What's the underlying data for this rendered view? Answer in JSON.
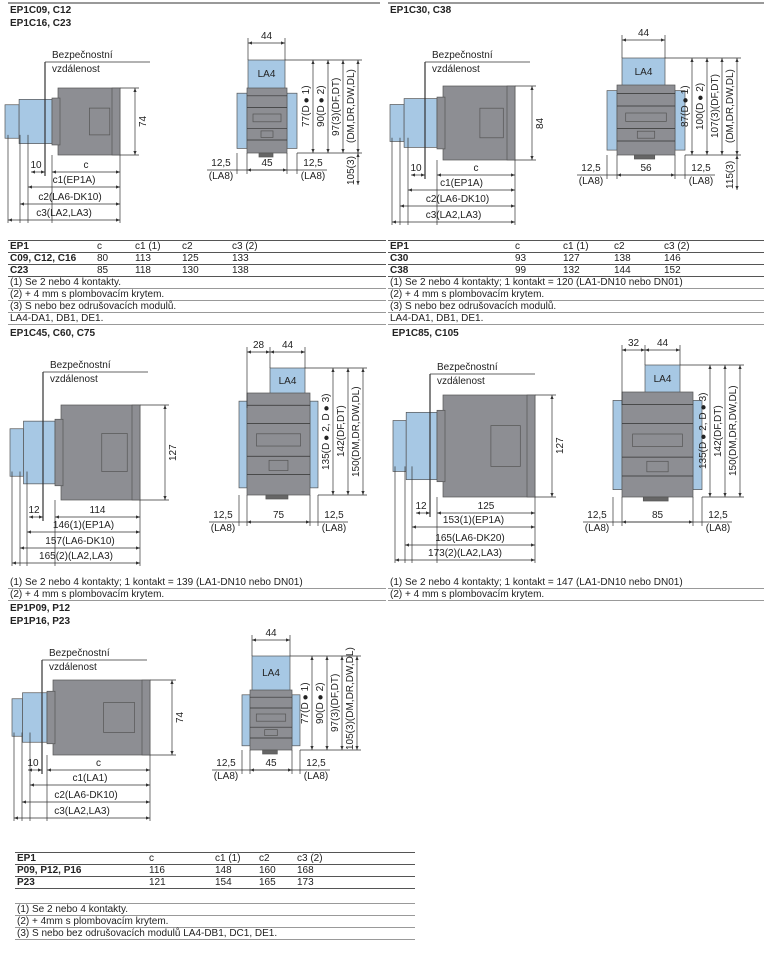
{
  "sections": [
    {
      "title": [
        "EP1C09, C12",
        "EP1C16, C23"
      ],
      "side": {
        "safety": [
          "Bezpečnostní",
          "vzdálenost"
        ],
        "height": "74",
        "offset": "10",
        "c": "c",
        "c1": "c1(EP1A)",
        "c2": "c2(LA6-DK10)",
        "c3": "c3(LA2,LA3)"
      },
      "front": {
        "top": [
          "44"
        ],
        "module": "LA4",
        "verticals": [
          "77(D●1)",
          "90(D●2)",
          "97(3)(DF,DT)",
          "(DM,DR,DW,DL)"
        ],
        "extra": "105(3)",
        "left": [
          "12,5",
          "(LA8)"
        ],
        "width": "45",
        "right": [
          "12,5",
          "(LA8)"
        ]
      },
      "table": {
        "headers": [
          "EP1",
          "c",
          "c1 (1)",
          "c2",
          "c3 (2)"
        ],
        "rows": [
          [
            "C09, C12, C16",
            "80",
            "113",
            "125",
            "133"
          ],
          [
            "C23",
            "85",
            "118",
            "130",
            "138"
          ]
        ]
      },
      "notes": [
        "(1)  Se  2 nebo 4 kontakty.",
        "(2)  + 4 mm s plombovacím krytem.",
        "(3)  S nebo bez odrušovacích modulů.",
        "LA4-DA1, DB1, DE1."
      ]
    },
    {
      "title": [
        "EP1C30, C38"
      ],
      "side": {
        "safety": [
          "Bezpečnostní",
          "vzdálenost"
        ],
        "height": "84",
        "offset": "10",
        "c": "c",
        "c1": "c1(EP1A)",
        "c2": "c2(LA6-DK10)",
        "c3": "c3(LA2,LA3)"
      },
      "front": {
        "top": [
          "44"
        ],
        "module": "LA4",
        "verticals": [
          "87(D●1)",
          "100(D●2)",
          "107(3)(DF,DT)",
          "(DM,DR,DW,DL)"
        ],
        "extra": "115(3)",
        "left": [
          "12,5",
          "(LA8)"
        ],
        "width": "56",
        "right": [
          "12,5",
          "(LA8)"
        ]
      },
      "table": {
        "headers": [
          "EP1",
          "c",
          "c1 (1)",
          "c2",
          "c3 (2)"
        ],
        "rows": [
          [
            "C30",
            "93",
            "127",
            "138",
            "146"
          ],
          [
            "C38",
            "99",
            "132",
            "144",
            "152"
          ]
        ]
      },
      "notes": [
        "(1)  Se  2 nebo 4 kontakty; 1 kontakt = 120 (LA1-DN10 nebo DN01)",
        "(2)  + 4 mm s plombovacím krytem.",
        "(3)  S nebo bez odrušovacích modulů.",
        "LA4-DA1, DB1, DE1."
      ]
    },
    {
      "title": [
        "EP1C45, C60, C75"
      ],
      "side": {
        "safety": [
          "Bezpečnostní",
          "vzdálenost"
        ],
        "height": "127",
        "offset": "12",
        "c": "114",
        "c1": "146(1)(EP1A)",
        "c2": "157(LA6-DK10)",
        "c3": "165(2)(LA2,LA3)"
      },
      "front": {
        "top": [
          "28",
          "44"
        ],
        "module": "LA4",
        "verticals": [
          "135(D●2, D●3)",
          "142(DF,DT)",
          "150(DM,DR,DW,DL)"
        ],
        "left": [
          "12,5",
          "(LA8)"
        ],
        "width": "75",
        "right": [
          "12,5",
          "(LA8)"
        ]
      },
      "notes": [
        "(1)  Se 2 nebo 4 kontakty; 1 kontakt = 139 (LA1-DN10 nebo DN01)",
        "(2)  + 4 mm s plombovacím krytem."
      ]
    },
    {
      "title": [
        "EP1C85, C105"
      ],
      "side": {
        "safety": [
          "Bezpečnostní",
          "vzdálenost"
        ],
        "height": "127",
        "offset": "12",
        "c": "125",
        "c1": "153(1)(EP1A)",
        "c2": "165(LA6-DK20)",
        "c3": "173(2)(LA2,LA3)"
      },
      "front": {
        "top": [
          "32",
          "44"
        ],
        "module": "LA4",
        "verticals": [
          "135(D●2, D●3)",
          "142(DF,DT)",
          "150(DM,DR,DW,DL)"
        ],
        "left": [
          "12,5",
          "(LA8)"
        ],
        "width": "85",
        "right": [
          "12,5",
          "(LA8)"
        ]
      },
      "notes": [
        "(1)  Se 2 nebo 4 kontakty; 1 kontakt = 147 (LA1-DN10 nebo DN01)",
        "(2)  + 4 mm s plombovacím krytem."
      ]
    },
    {
      "title": [
        "EP1P09, P12",
        "EP1P16, P23"
      ],
      "side": {
        "safety": [
          "Bezpečnostní",
          "vzdálenost"
        ],
        "height": "74",
        "offset": "10",
        "c": "c",
        "c1": "c1(LA1)",
        "c2": "c2(LA6-DK10)",
        "c3": "c3(LA2,LA3)"
      },
      "front": {
        "top": [
          "44"
        ],
        "module": "LA4",
        "verticals": [
          "77(D●1)",
          "90(D●2)",
          "97(3)(DF,DT)",
          "105(3)(DM,DR,DW,DL)"
        ],
        "left": [
          "12,5",
          "(LA8)"
        ],
        "width": "45",
        "right": [
          "12,5",
          "(LA8)"
        ]
      },
      "table": {
        "headers": [
          "EP1",
          "c",
          "c1 (1)",
          "c2",
          "c3 (2)"
        ],
        "rows": [
          [
            "P09, P12, P16",
            "116",
            "148",
            "160",
            "168"
          ],
          [
            "P23",
            "121",
            "154",
            "165",
            "173"
          ]
        ]
      },
      "notes": [
        "(1) Se 2 nebo 4 kontakty.",
        "(2) + 4mm s plombovacím krytem.",
        "(3) S nebo bez odrušovacích modulů LA4-DB1, DC1, DE1."
      ]
    }
  ],
  "colors": {
    "housing": "#8d8e93",
    "module": "#a7c8e4",
    "line": "#333333"
  }
}
